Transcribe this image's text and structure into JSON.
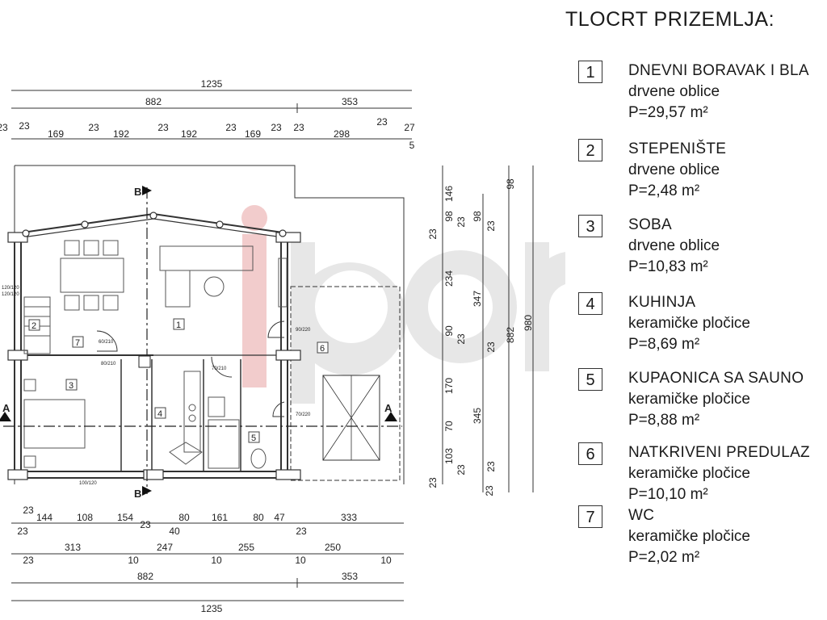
{
  "legend": {
    "title": "TLOCRT PRIZEMLJA:",
    "rooms": [
      {
        "num": "1",
        "name": "DNEVNI BORAVAK I BLA",
        "floor": "drvene oblice",
        "area": "P=29,57 m²"
      },
      {
        "num": "2",
        "name": "STEPENIŠTE",
        "floor": "drvene oblice",
        "area": "P=2,48 m²"
      },
      {
        "num": "3",
        "name": "SOBA",
        "floor": "drvene oblice",
        "area": "P=10,83 m²"
      },
      {
        "num": "4",
        "name": "KUHINJA",
        "floor": "keramičke pločice",
        "area": "P=8,69 m²"
      },
      {
        "num": "5",
        "name": "KUPAONICA SA SAUNO",
        "floor": "keramičke pločice",
        "area": "P=8,88 m²"
      },
      {
        "num": "6",
        "name": "NATKRIVENI PREDULAZ",
        "floor": "keramičke pločice",
        "area": "P=10,10 m²"
      },
      {
        "num": "7",
        "name": "WC",
        "floor": "keramičke pločice",
        "area": "P=2,02 m²"
      }
    ]
  },
  "dims": {
    "top_total": "1235",
    "top_parts": [
      "882",
      "353"
    ],
    "top_detail": [
      "23",
      "23",
      "169",
      "23",
      "192",
      "23",
      "192",
      "23",
      "169",
      "23",
      "23",
      "298",
      "23",
      "27",
      "5"
    ],
    "bottom_row1": [
      "23",
      "144",
      "108",
      "154",
      "23",
      "80",
      "161",
      "80",
      "47",
      "333",
      "23",
      "40",
      "23"
    ],
    "bottom_row2": [
      "23",
      "313",
      "10",
      "247",
      "10",
      "255",
      "10",
      "250",
      "10"
    ],
    "bottom_parts": [
      "882",
      "353"
    ],
    "bottom_total": "1235",
    "right_col1": [
      "23",
      "146",
      "98",
      "23",
      "234",
      "90",
      "23",
      "170",
      "70",
      "103",
      "23",
      "23"
    ],
    "right_col2": [
      "98",
      "23",
      "347",
      "23",
      "345",
      "23",
      "23"
    ],
    "right_col3": "882",
    "right_col4": "980",
    "right_col4_top": "98"
  },
  "plan": {
    "room_labels": [
      "1",
      "2",
      "3",
      "4",
      "5",
      "6",
      "7"
    ],
    "section_b": "B",
    "section_a": "A",
    "door_tags": [
      "90/220",
      "60/210",
      "80/210",
      "70/210",
      "70/220",
      "120/120",
      "120/120",
      "100/120"
    ],
    "watermark": "ipon"
  },
  "colors": {
    "line": "#333333",
    "watermark_red": "#e8a0a0",
    "watermark_gray": "#d6d6d6"
  }
}
